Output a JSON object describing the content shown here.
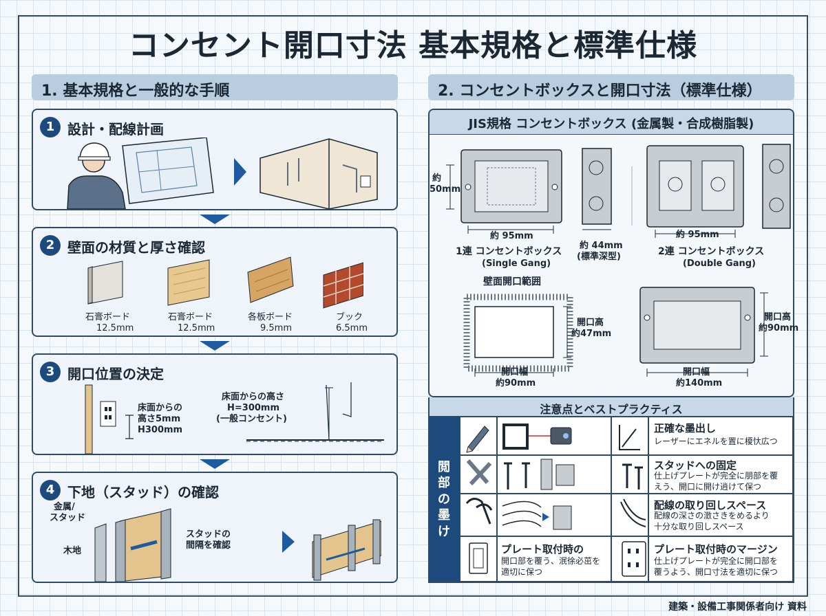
{
  "title": "コンセント開口寸法 基本規格と標準仕様",
  "left": {
    "heading": "1. 基本規格と一般的な手順",
    "steps": [
      {
        "num": "1",
        "title": "設計・配線計画"
      },
      {
        "num": "2",
        "title": "壁面の材質と厚さ確認",
        "materials": [
          {
            "name": "石膏ボード",
            "size": "12.5mm"
          },
          {
            "name": "石膏ボード",
            "size": "12.5mm"
          },
          {
            "name": "各板ボード",
            "size": "9.5mm"
          },
          {
            "name": "ブック",
            "size": "6.5mm"
          }
        ]
      },
      {
        "num": "3",
        "title": "開口位置の決定",
        "label_a": [
          "床面からの",
          "高さ5mm",
          "H300mm"
        ],
        "label_b": [
          "床面からの高さ",
          "H=300mm",
          "(一般コンセント)"
        ]
      },
      {
        "num": "4",
        "title": "下地（スタッド）の確認",
        "label_metal": [
          "金属/",
          "スタッド"
        ],
        "label_wood": "木地",
        "label_spacing": [
          "スタッドの",
          "間隔を確認"
        ]
      }
    ]
  },
  "right": {
    "heading": "2. コンセントボックスと開口寸法（標準仕様）",
    "subheading": "JIS規格 コンセントボックス (金属製・合成樹脂製)",
    "single": {
      "height": [
        "約",
        "50mm"
      ],
      "width": "約 95mm",
      "name": "1連 コンセントボックス",
      "name_en": "(Single Gang)",
      "depth": [
        "約 44mm",
        "(標準深型)"
      ]
    },
    "double": {
      "width": "約 95mm",
      "name": "2連 コンセントボックス",
      "name_en": "(Double Gang)"
    },
    "opening_title": "壁面開口範囲",
    "open1": {
      "h": [
        "開口高",
        "約47mm"
      ],
      "w": [
        "開口幅",
        "約90mm"
      ]
    },
    "open2": {
      "h": [
        "開口高",
        "約90mm"
      ],
      "w": [
        "開口幅",
        "約140mm"
      ]
    },
    "notes_title": "注意点とベストプラクティス",
    "side_label": "閲部の墨け",
    "notes": [
      {
        "title": "正確な墨出し",
        "desc": [
          "レーザーにエネルを置に榎忕広つ"
        ]
      },
      {
        "title": "スタッドへの固定",
        "desc": [
          "仕上げプレートが完全に朋部を覆",
          "えう、開口に開け逍けて保つ"
        ]
      },
      {
        "title": "配線の取り回しスペース",
        "desc": [
          "配線の深さの澂さきをめるより",
          "十分な取り回しスペース"
        ]
      },
      {
        "title": "プレート取付時のマージン",
        "desc": [
          "仕上げプレートが完全に開口部を",
          "覆うよう、開口寸法を適切に保つ"
        ]
      }
    ],
    "plate_note": {
      "title": "プレート取付時の",
      "desc": [
        "開口部を覆う、泯徐必茁を",
        "適切に保つ"
      ]
    }
  },
  "footer": "建築・設備工事関係者向け 資料",
  "colors": {
    "accent": "#1d4a7c",
    "arrow": "#1d5aa0",
    "heading_bg": "#b9cde0",
    "panel_bg": "#eef4f9"
  }
}
